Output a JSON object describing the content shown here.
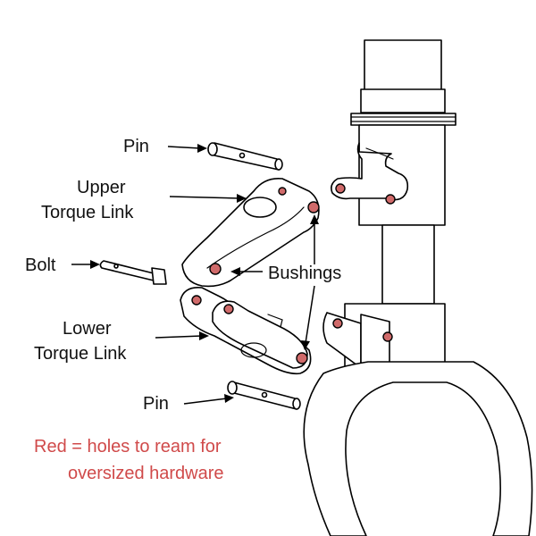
{
  "labels": {
    "pin_top": "Pin",
    "upper_torque_link_line1": "Upper",
    "upper_torque_link_line2": "Torque Link",
    "bolt": "Bolt",
    "bushings": "Bushings",
    "lower_torque_link_line1": "Lower",
    "lower_torque_link_line2": "Torque Link",
    "pin_bottom": "Pin"
  },
  "legend": {
    "line1": "Red = holes to ream for",
    "line2": "oversized hardware",
    "color": "#d04a4a"
  },
  "colors": {
    "hole_red": "#d06a6a",
    "outline": "#000000"
  }
}
